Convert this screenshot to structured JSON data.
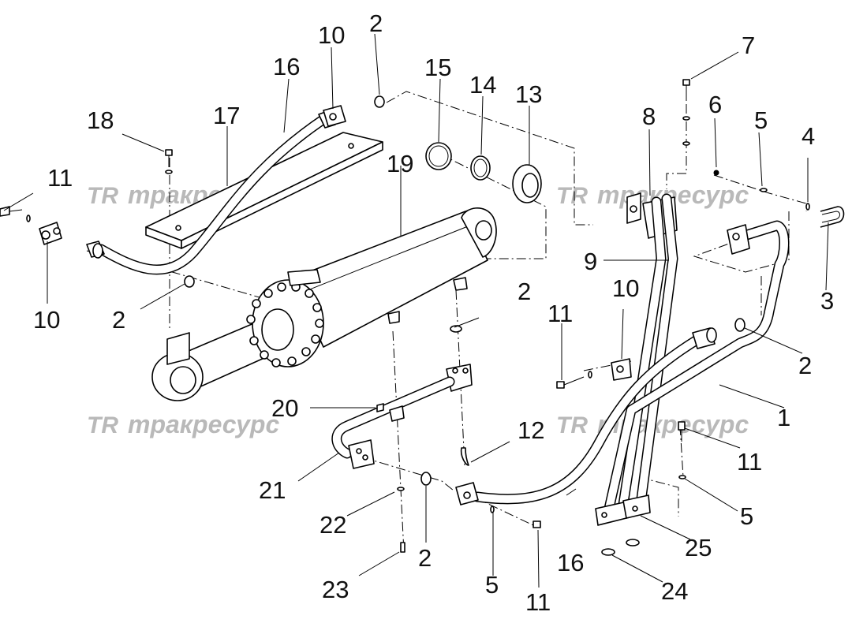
{
  "callouts": [
    {
      "id": "c1",
      "text": "1"
    },
    {
      "id": "c2a",
      "text": "2"
    },
    {
      "id": "c2b",
      "text": "2"
    },
    {
      "id": "c2c",
      "text": "2"
    },
    {
      "id": "c2d",
      "text": "2"
    },
    {
      "id": "c2e",
      "text": "2"
    },
    {
      "id": "c3",
      "text": "3"
    },
    {
      "id": "c4",
      "text": "4"
    },
    {
      "id": "c5a",
      "text": "5"
    },
    {
      "id": "c5b",
      "text": "5"
    },
    {
      "id": "c5c",
      "text": "5"
    },
    {
      "id": "c6",
      "text": "6"
    },
    {
      "id": "c7",
      "text": "7"
    },
    {
      "id": "c8",
      "text": "8"
    },
    {
      "id": "c9",
      "text": "9"
    },
    {
      "id": "c10a",
      "text": "10"
    },
    {
      "id": "c10b",
      "text": "10"
    },
    {
      "id": "c10c",
      "text": "10"
    },
    {
      "id": "c11a",
      "text": "11"
    },
    {
      "id": "c11b",
      "text": "11"
    },
    {
      "id": "c11c",
      "text": "11"
    },
    {
      "id": "c11d",
      "text": "11"
    },
    {
      "id": "c12",
      "text": "12"
    },
    {
      "id": "c13",
      "text": "13"
    },
    {
      "id": "c14",
      "text": "14"
    },
    {
      "id": "c15",
      "text": "15"
    },
    {
      "id": "c16a",
      "text": "16"
    },
    {
      "id": "c16b",
      "text": "16"
    },
    {
      "id": "c17",
      "text": "17"
    },
    {
      "id": "c18",
      "text": "18"
    },
    {
      "id": "c19",
      "text": "19"
    },
    {
      "id": "c20",
      "text": "20"
    },
    {
      "id": "c21",
      "text": "21"
    },
    {
      "id": "c22",
      "text": "22"
    },
    {
      "id": "c23",
      "text": "23"
    },
    {
      "id": "c24",
      "text": "24"
    },
    {
      "id": "c25",
      "text": "25"
    }
  ],
  "watermark": {
    "logo": "TR",
    "text": "тракресурс"
  },
  "colors": {
    "line": "#000000",
    "watermark": "#b9b9b9",
    "background": "#ffffff"
  }
}
